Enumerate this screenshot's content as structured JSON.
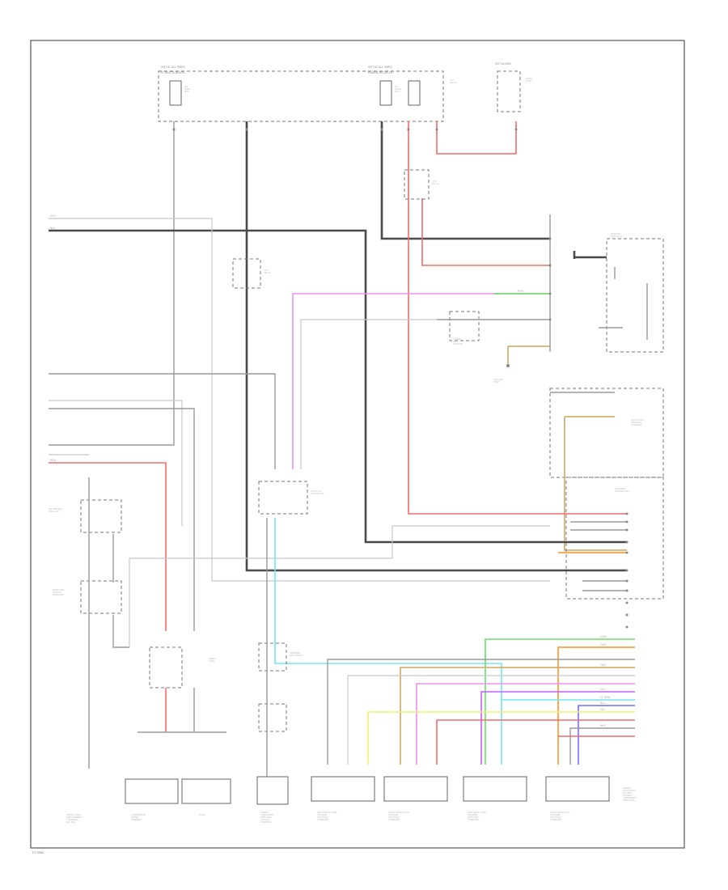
{
  "diagram": {
    "footer_code": "FT-0064",
    "main_labels": {
      "hot_fuse_left": "HOT AT ALL TIMES",
      "hot_fuse_right": "HOT AT ALL TIMES",
      "hot_run": "HOT IN RUN",
      "junction_box_left": "IP JUNCTION BOX",
      "underhood_box": "ENGINE ROOM J/B",
      "fuse_left": "20A\nFUSE\n(BAT)",
      "fuse_mid": "10A\nRADIO\nNO.1",
      "fuse_right_1": "7.5A\nECU-IG",
      "instrument_panel": "INSTRUMENT\nPANEL J/B",
      "relay_mid": "DCC\nRELAY",
      "radio_fuse": "RADIO\nFUSE",
      "stereo_jack": "STEREO\nJACK\nADAPTER",
      "navigation_unit": "NAVIGATION\nRECEIVER\nASSEMBLY",
      "radio_receiver": "RADIO AND\nDISPLAY\nRECEIVER",
      "ecu_block": "NETWORK\nGATEWAY ECU",
      "ground_point": "GROUND\nPOINT",
      "instrument_junction": "JUNCTION\nCONNECTOR",
      "steering_switch": "STEERING\nPAD SWITCH",
      "antenna": "ANTENNA\nAMPLIFIER"
    },
    "bottom_components": [
      {
        "id": "a",
        "label": "SPIRAL CABLE\nSUB-ASSEMBLY\n(STEERING\nPAD SW)"
      },
      {
        "id": "b",
        "label": "COMBINATION\nMETER\nASSEMBLY"
      },
      {
        "id": "c",
        "label": "CLOCK"
      },
      {
        "id": "d",
        "label": "STEREO\nCOMPONENT\nAMPLIFIER\n(CAN-DO\nCONTROL)"
      },
      {
        "id": "e",
        "label": "LEFT FRONT DOOR\nSPEAKER\n(WOOFER)\n(TWEETER)"
      },
      {
        "id": "f",
        "label": "RIGHT FRONT DOOR\nSPEAKER\n(WOOFER)\n(TWEETER)"
      },
      {
        "id": "g",
        "label": "LEFT REAR DOOR\nSPEAKER\n(WOOFER)\n(TWEETER)"
      },
      {
        "id": "h",
        "label": "RIGHT REAR DOOR\nSPEAKER\n(WOOFER)\n(TWEETER)"
      }
    ],
    "side_note": "EXCEPT\nNAVIGATION\nSYSTEM\n(STEREO\nCOMPONENT\nAMPLIFIER)",
    "wire_codes": {
      "blk": "BLK",
      "gry": "GRY",
      "red": "RED",
      "pnk": "PNK",
      "grn": "GRN",
      "org": "ORG",
      "tan": "TAN",
      "yel": "YEL",
      "blu": "BLU",
      "wht": "WHT",
      "vio": "VIO",
      "ltgrn": "LT GRN"
    },
    "colors": {
      "black": "#4a4a4a",
      "gray": "#9a9a9a",
      "red": "#f46a6a",
      "pink": "#f090f0",
      "green": "#66e066",
      "orange": "#ffa040",
      "tan": "#d8b070",
      "yellow": "#f0f070",
      "cyan": "#70e8f0",
      "blue": "#7070ff",
      "violet": "#c060ff"
    }
  }
}
